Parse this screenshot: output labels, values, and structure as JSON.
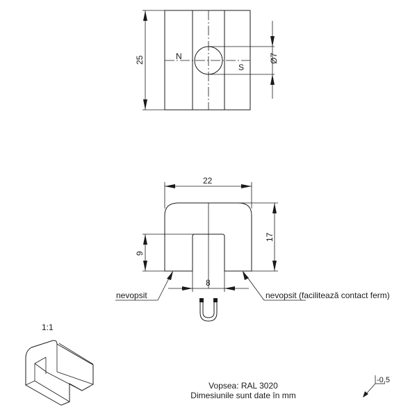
{
  "top_view": {
    "height_dim": "25",
    "hole_dim": "Ø7",
    "pole_north": "N",
    "pole_south": "S"
  },
  "front_view": {
    "width_dim": "22",
    "height_dim": "17",
    "slot_depth_dim": "9",
    "slot_width_dim": "8"
  },
  "annotations": {
    "left_leader": "nevopsit",
    "right_leader": "nevopsit (facilitează contact ferm)"
  },
  "iso_view": {
    "scale": "1:1"
  },
  "notes": {
    "paint": "Vopsea: RAL 3020",
    "units": "Dimesiunile sunt date în mm"
  },
  "tolerance": {
    "value": "-0,5"
  }
}
